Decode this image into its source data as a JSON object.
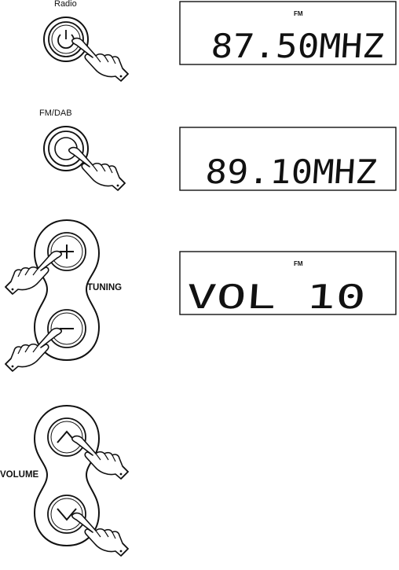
{
  "controls": {
    "radio_label": "Radio",
    "fmdab_label": "FM/DAB",
    "tuning_label": "TUNING",
    "volume_label": "VOLUME"
  },
  "displays": [
    {
      "band": "FM",
      "text": "87.50MHZ"
    },
    {
      "band": "",
      "text": "89.10MHZ"
    },
    {
      "band": "FM",
      "text": "VOL 10"
    }
  ],
  "icons": [
    "power-icon",
    "plus-icon",
    "minus-icon",
    "up-chevron-icon",
    "down-chevron-icon",
    "pointing-hand-icon"
  ],
  "colors": {
    "ink": "#111111",
    "paper": "#ffffff"
  }
}
